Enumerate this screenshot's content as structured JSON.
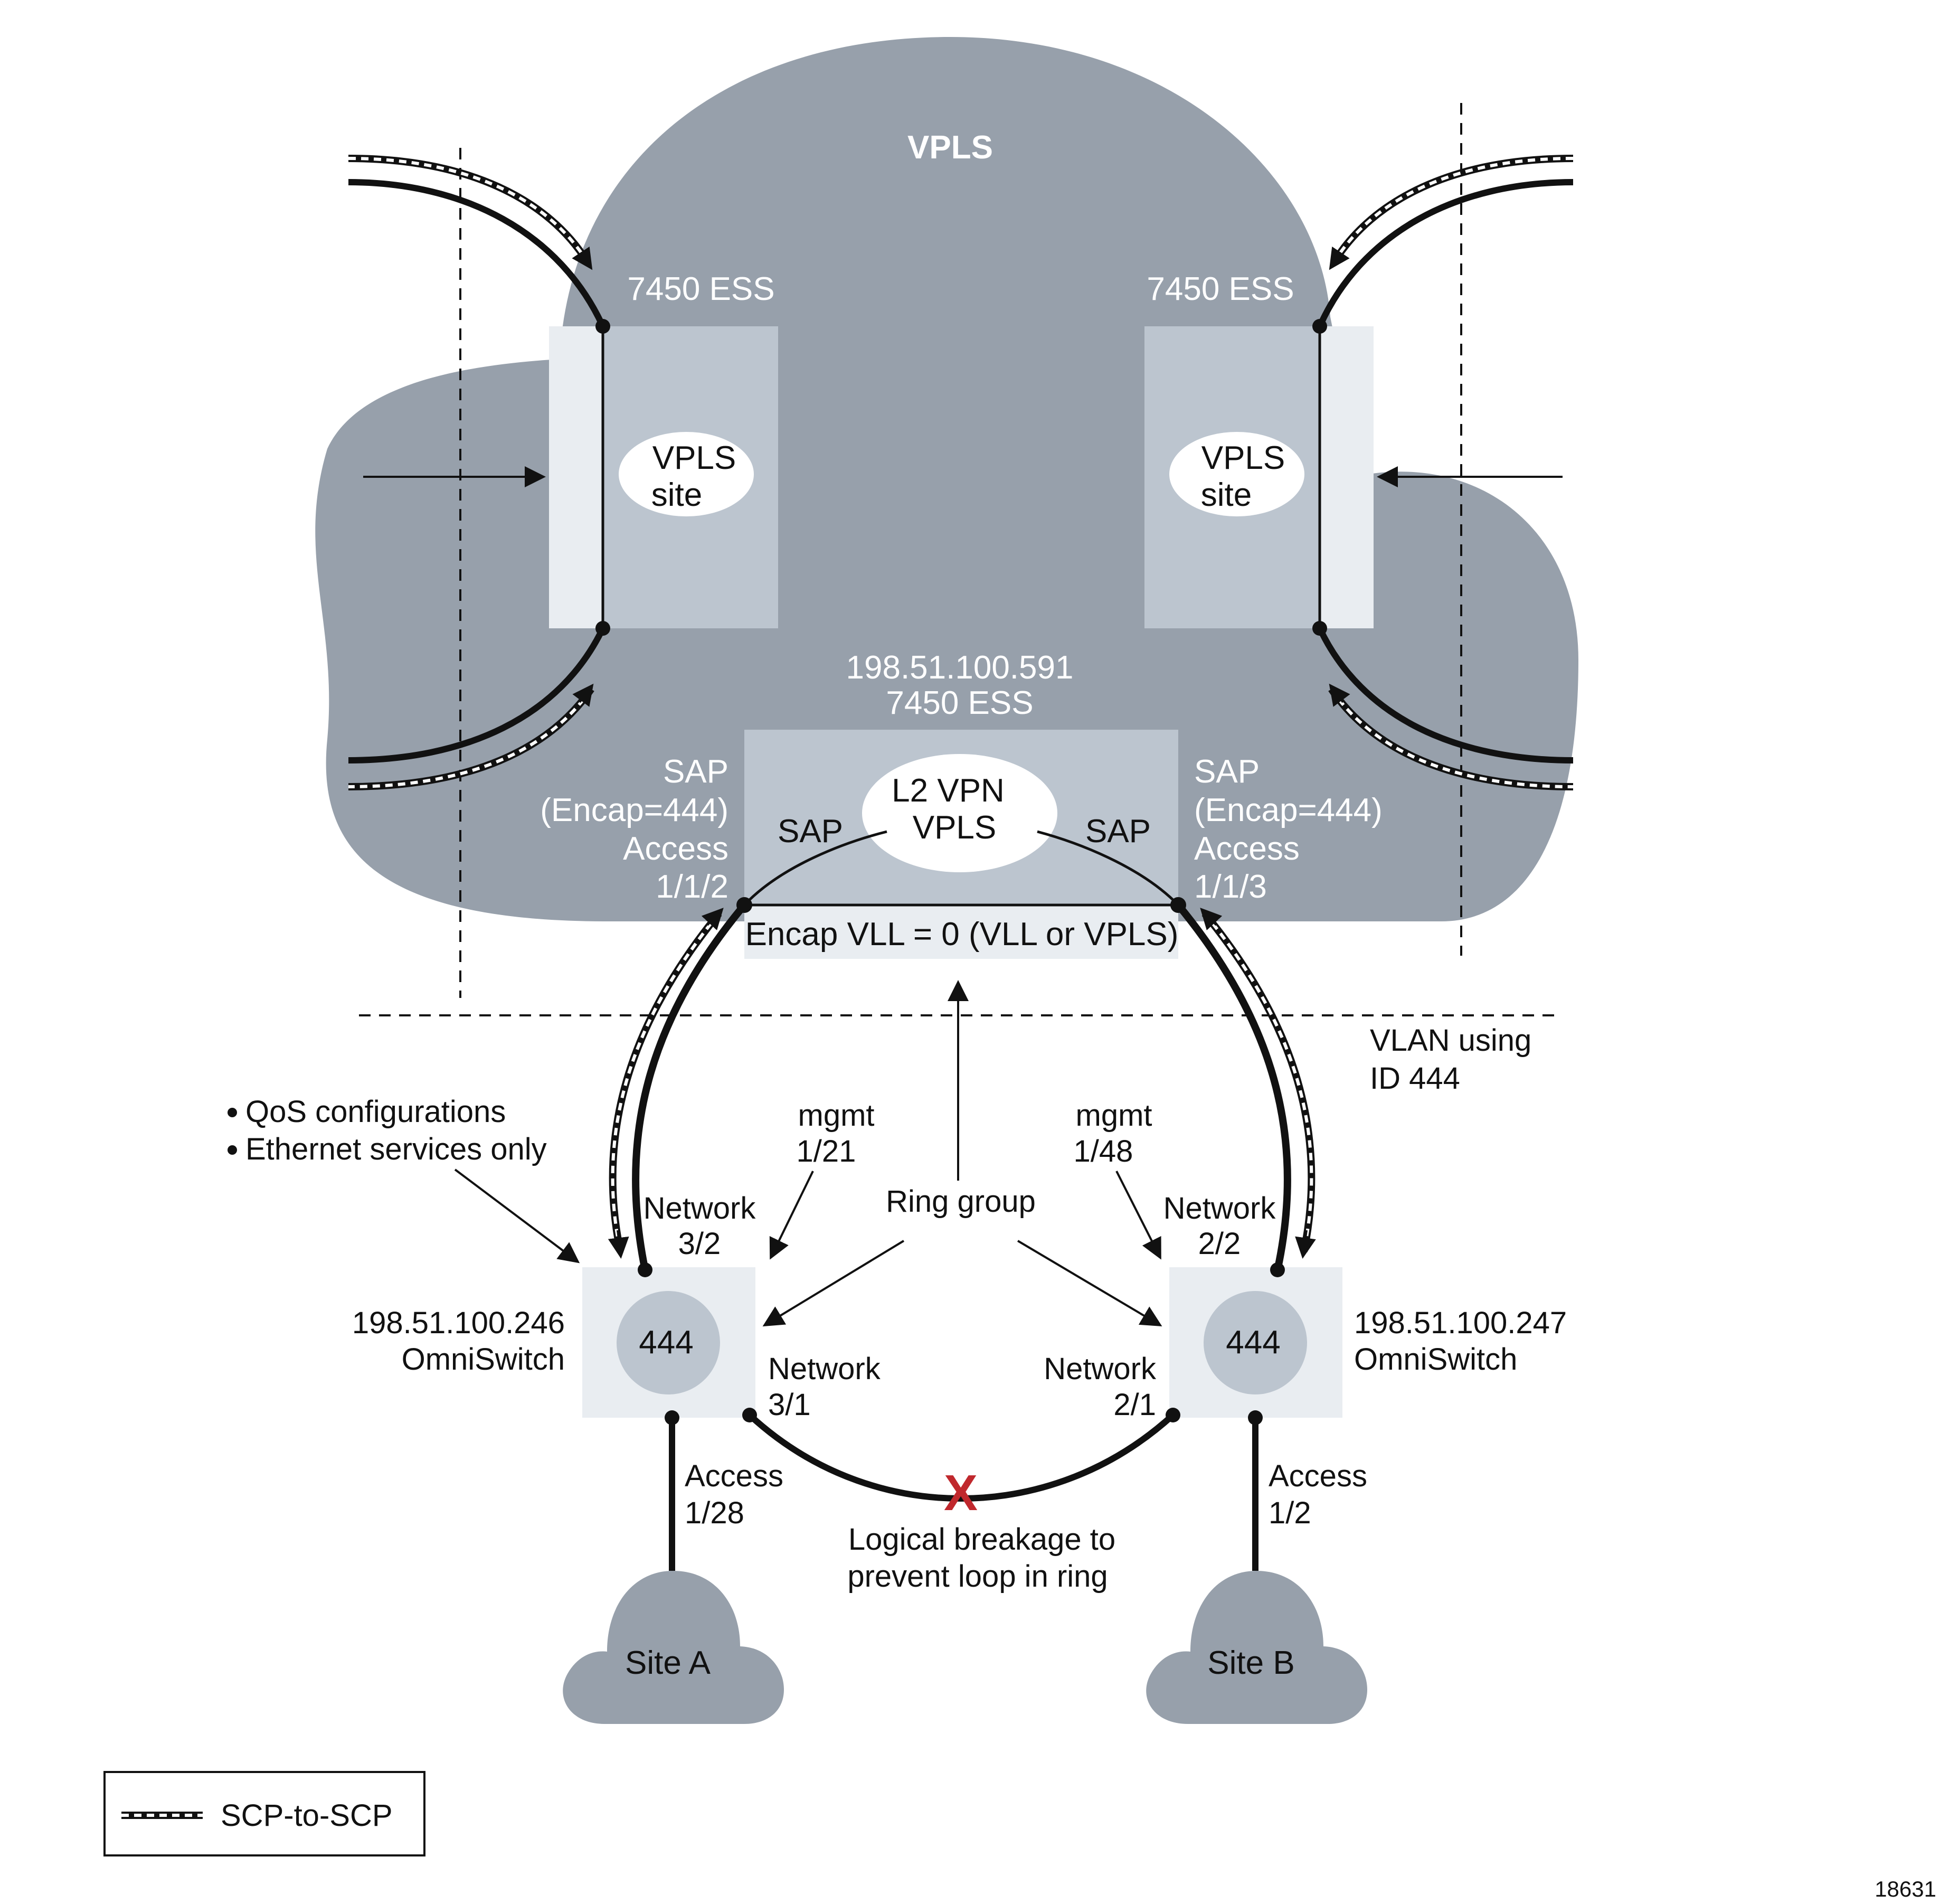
{
  "cloud_label": "VPLS",
  "left_router": {
    "label": "7450 ESS",
    "site_line1": "VPLS",
    "site_line2": "site"
  },
  "right_router": {
    "label": "7450 ESS",
    "site_line1": "VPLS",
    "site_line2": "site"
  },
  "center_router": {
    "ip": "198.51.100.591",
    "label": "7450 ESS",
    "service_line1": "L2 VPN",
    "service_line2": "VPLS",
    "sap_left": "SAP",
    "sap_right": "SAP",
    "encap_note": "Encap VLL = 0 (VLL or VPLS)"
  },
  "left_sap": {
    "line1": "SAP",
    "line2": "(Encap=444)",
    "line3": "Access",
    "line4": "1/1/2"
  },
  "right_sap": {
    "line1": "SAP",
    "line2": "(Encap=444)",
    "line3": "Access",
    "line4": "1/1/3"
  },
  "vlan_note": {
    "line1": "VLAN using",
    "line2": "ID 444"
  },
  "bullets": [
    "QoS configurations",
    "Ethernet services only"
  ],
  "mgmt_left": {
    "line1": "mgmt",
    "line2": "1/21"
  },
  "mgmt_right": {
    "line1": "mgmt",
    "line2": "1/48"
  },
  "ring_group": "Ring group",
  "left_switch": {
    "ip": "198.51.100.246",
    "name": "OmniSwitch",
    "vlan": "444",
    "net_top": {
      "line1": "Network",
      "line2": "3/2"
    },
    "net_bottom": {
      "line1": "Network",
      "line2": "3/1"
    },
    "access": {
      "line1": "Access",
      "line2": "1/28"
    }
  },
  "right_switch": {
    "ip": "198.51.100.247",
    "name": "OmniSwitch",
    "vlan": "444",
    "net_top": {
      "line1": "Network",
      "line2": "2/2"
    },
    "net_bottom": {
      "line1": "Network",
      "line2": "2/1"
    },
    "access": {
      "line1": "Access",
      "line2": "1/2"
    }
  },
  "breakage": {
    "marker": "X",
    "line1": "Logical breakage to",
    "line2": "prevent loop in ring"
  },
  "site_a": "Site A",
  "site_b": "Site B",
  "legend_label": "SCP-to-SCP",
  "figure_id": "18631",
  "colors": {
    "cloud": "#97a0ab",
    "router_box": "#bcc5cf",
    "router_side": "#e9edf1",
    "switch_box": "#e9edf1",
    "switch_node": "#bcc5cf",
    "breakage": "#c0282d"
  }
}
